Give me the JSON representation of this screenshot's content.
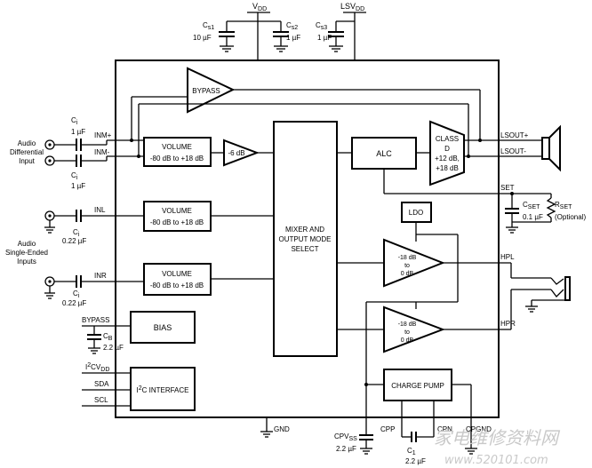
{
  "supplies": {
    "vdd": "V",
    "vdd_sub": "DD",
    "lsvdd": "LSV",
    "lsvdd_sub": "DD",
    "cs1": "C",
    "cs1_sub": "s1",
    "cs1_value": "10 µF",
    "cs2": "C",
    "cs2_sub": "s2",
    "cs2_value": "1 µF",
    "cs3": "C",
    "cs3_sub": "s3",
    "cs3_value": "1 µF"
  },
  "blocks": {
    "bypass_amp": "BYPASS",
    "volume_title": "VOLUME",
    "volume_range": "-80 dB to +18 dB",
    "gain_6db": "-6 dB",
    "mixer_l1": "MIXER AND",
    "mixer_l2": "OUTPUT MODE",
    "mixer_l3": "SELECT",
    "alc": "ALC",
    "class_d_l1": "CLASS",
    "class_d_l2": "D",
    "class_d_l3": "+12 dB,",
    "class_d_l4": "+18 dB",
    "ldo": "LDO",
    "hp_l1": "-18 dB",
    "hp_l2": "to",
    "hp_l3": "0 dB",
    "bias": "BIAS",
    "i2c_sup": "2",
    "i2c_rest": "C INTERFACE",
    "i2c_i": "I",
    "charge_pump": "CHARGE PUMP"
  },
  "inputs": {
    "audio_diff_l1": "Audio",
    "audio_diff_l2": "Differential",
    "audio_diff_l3": "Input",
    "audio_se_l1": "Audio",
    "audio_se_l2": "Single-Ended",
    "audio_se_l3": "Inputs",
    "inm_plus": "INM+",
    "inm_minus": "INM-",
    "inl": "INL",
    "inr": "INR",
    "ci": "C",
    "ci_sub": "i",
    "ci_1uf": "1 µF",
    "ci_022uf": "0.22 µF"
  },
  "pins": {
    "lsout_plus": "LSOUT+",
    "lsout_minus": "LSOUT-",
    "set": "SET",
    "hpl": "HPL",
    "hpr": "HPR",
    "bypass": "BYPASS",
    "i2cvdd_i": "I",
    "i2cvdd_sup": "2",
    "i2cvdd_c": "CV",
    "i2cvdd_sub": "DD",
    "sda": "SDA",
    "scl": "SCL",
    "gnd": "GND",
    "cpp": "CPP",
    "cpn": "CPN",
    "cpgnd": "CPGND",
    "cpvss": "CPV",
    "cpvss_sub": "SS"
  },
  "components": {
    "cset": "C",
    "cset_sub": "SET",
    "cset_value": "0.1 µF",
    "rset": "R",
    "rset_sub": "SET",
    "rset_note": "(Optional)",
    "cb": "C",
    "cb_sub": "B",
    "cb_value": "2.2 µF",
    "c1": "C",
    "c1_sub": "1",
    "c1_value": "2.2 µF",
    "cpvss_value": "2.2 µF"
  },
  "watermark": {
    "cn": "家电维修资料网",
    "url": "www.520101.com"
  }
}
